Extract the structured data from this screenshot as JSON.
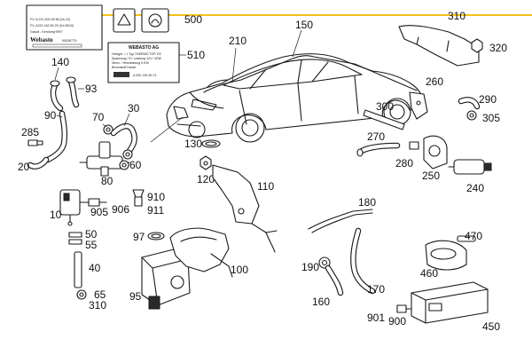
{
  "colors": {
    "line": "#1a1a1a",
    "accent_rule": "#f2c21b",
    "background": "#ffffff"
  },
  "icons": [
    "label-plate-icon",
    "heater-icon",
    "vehicle-icon"
  ],
  "label_left": {
    "line1": "FV:  A 221 500 08 98  (04-10)",
    "line2": "FV:  A221 442 60 29 (04-08/10)",
    "line3": "Gasoil - Kerosing     9997",
    "brand": "Webasto",
    "serial": "9003677D"
  },
  "label_right": {
    "heading": "WEBASTO AG",
    "row1": "Heizger. / 1 Typ              THERMO TOP Z/C",
    "row2": "Spannung / El. Leistung        12V / 40W",
    "row3": "Nenn. / Heizleistung            5 KW",
    "row4": "Brennstoff                       Diesel",
    "barcode": "A 000 136 36 C1"
  },
  "callouts": {
    "c140": "140",
    "c93": "93",
    "c90": "90",
    "c70": "70",
    "c30": "30",
    "c285": "285",
    "c20": "20",
    "c60": "60",
    "c80": "80",
    "c10": "10",
    "c905": "905",
    "c906": "906",
    "c910": "910",
    "c911": "911",
    "c50": "50",
    "c55": "55",
    "c40": "40",
    "c65": "65",
    "c310": "310",
    "c500": "500",
    "c510": "510",
    "c210": "210",
    "c150": "150",
    "c130": "130",
    "c120": "120",
    "c110": "110",
    "c97": "97",
    "c95": "95",
    "c100": "100",
    "c180": "180",
    "c190": "190",
    "c160": "160",
    "c170": "170",
    "c901": "901",
    "c900": "900",
    "c300": "300",
    "c260": "260",
    "c270": "270",
    "c280": "280",
    "c250": "250",
    "c240": "240",
    "c290": "290",
    "c305": "305",
    "c310b": "310",
    "c320": "320",
    "c470": "470",
    "c460": "460",
    "c450": "450"
  }
}
